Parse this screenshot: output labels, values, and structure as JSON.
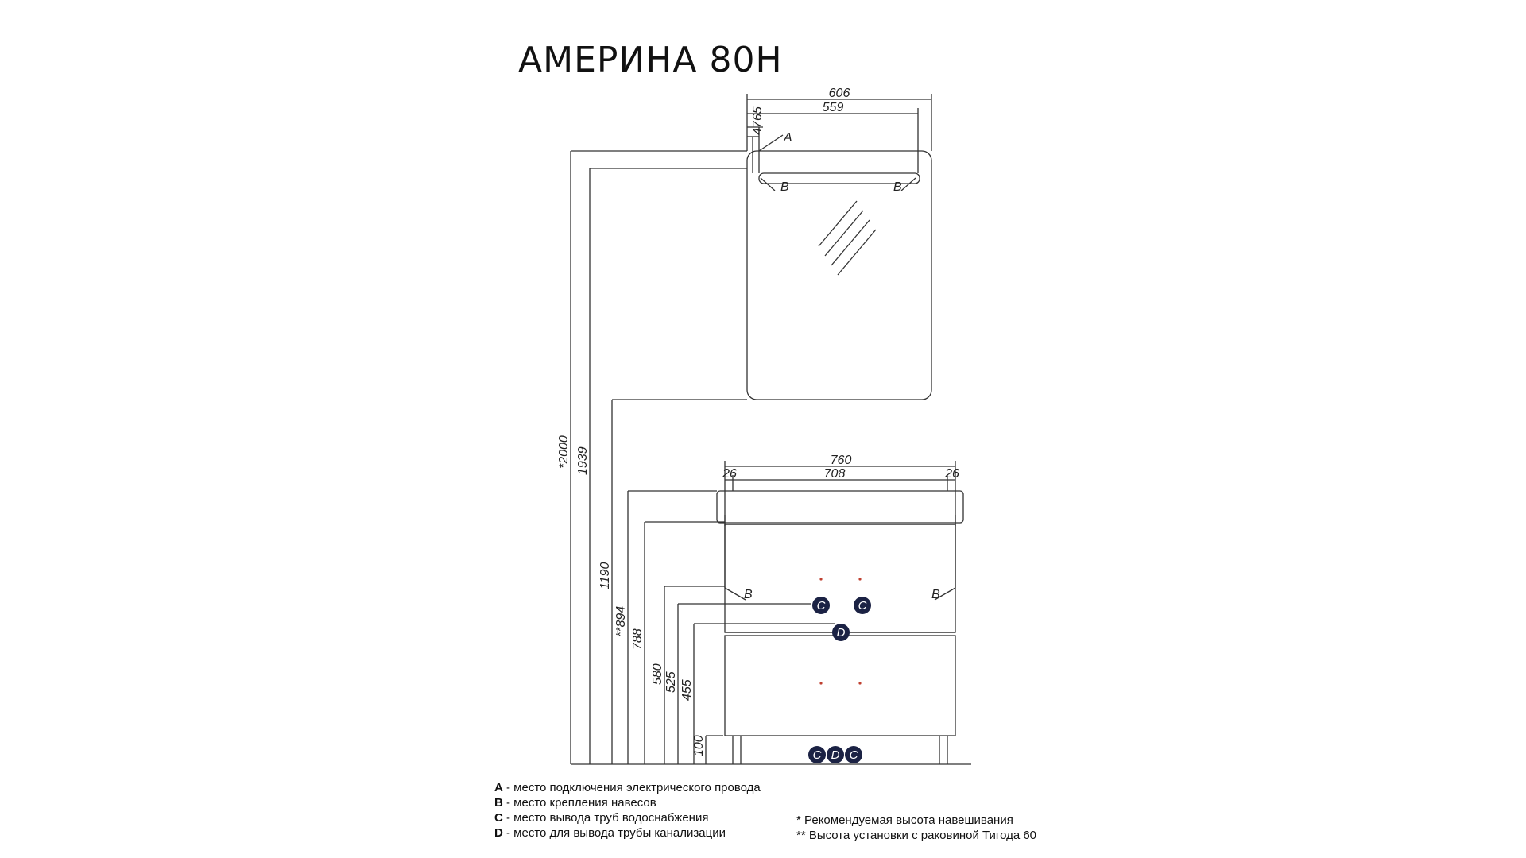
{
  "title": "АМЕРИНА 80Н",
  "dimensions": {
    "mirror_width_total": "606",
    "mirror_width_inner": "559",
    "mirror_offset_a": "65",
    "mirror_offset_b": "47",
    "height_recommended": "*2000",
    "height_top": "1939",
    "height_mirror_bottom": "1190",
    "height_with_sink": "**894",
    "height_vanity_top": "788",
    "height_580": "580",
    "height_525": "525",
    "height_455": "455",
    "height_legs": "100",
    "vanity_width_total": "760",
    "vanity_width_inner": "708",
    "vanity_edge_left": "26",
    "vanity_edge_right": "26"
  },
  "markers": {
    "a": "A",
    "b": "B",
    "c": "C",
    "d": "D"
  },
  "legend": {
    "items": [
      {
        "key": "A",
        "text": " - место подключения электрического провода"
      },
      {
        "key": "B",
        "text": " - место крепления навесов"
      },
      {
        "key": "C",
        "text": " - место вывода труб водоснабжения"
      },
      {
        "key": "D",
        "text": " - место для вывода трубы канализации"
      }
    ],
    "notes": [
      "* Рекомендуемая высота навешивания",
      "** Высота установки с раковиной Тигода 60"
    ]
  },
  "colors": {
    "line": "#333333",
    "badge": "#1b2244",
    "text": "#111111"
  }
}
